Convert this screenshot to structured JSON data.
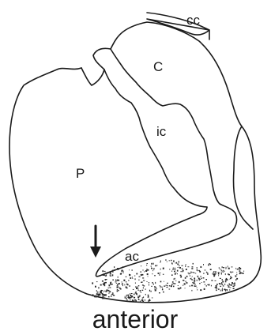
{
  "labels": {
    "cc": "cc",
    "c": "C",
    "ic": "ic",
    "p": "P",
    "ac": "ac",
    "orientation": "anterior"
  }
}
